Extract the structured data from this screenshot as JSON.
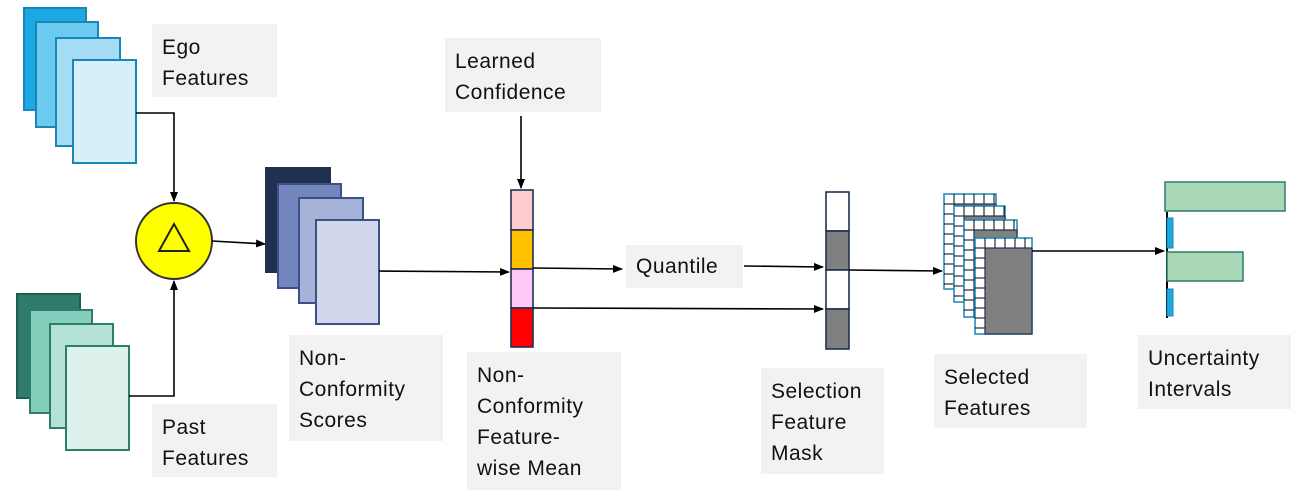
{
  "labels": {
    "ego": [
      "Ego",
      "Features"
    ],
    "past": [
      "Past",
      "Features"
    ],
    "scores": [
      "Non-",
      "Conformity",
      "Scores"
    ],
    "learned": [
      "Learned",
      "Confidence"
    ],
    "mean": [
      "Non-",
      "Conformity",
      "Feature-",
      "wise Mean"
    ],
    "quantile": "Quantile",
    "mask": [
      "Selection",
      "Feature",
      "Mask"
    ],
    "selected": [
      "Selected",
      "Features"
    ],
    "intervals": [
      "Uncertainty",
      "Intervals"
    ]
  },
  "operator_symbol": "triangle",
  "colors": {
    "ego_stack": [
      "#1ca9e1",
      "#6ccaf0",
      "#a4dcf3",
      "#d6eff9"
    ],
    "past_stack": [
      "#2e7d6a",
      "#84cfbb",
      "#b5e2d6",
      "#ddf2ec"
    ],
    "score_stack": [
      "#1f3050",
      "#7386bd",
      "#a6b3d8",
      "#d1d8ec"
    ],
    "operator_fill": "#ffff00",
    "mean_cells": [
      "#fccccf",
      "#ffc000",
      "#fcc8f6",
      "#ff0000"
    ],
    "mask_cells": [
      "#ffffff",
      "#808080",
      "#ffffff",
      "#808080"
    ],
    "selected_fill": "#808080",
    "interval_bars": "#a8d8b8",
    "interval_ticks": "#1ca9e1"
  }
}
